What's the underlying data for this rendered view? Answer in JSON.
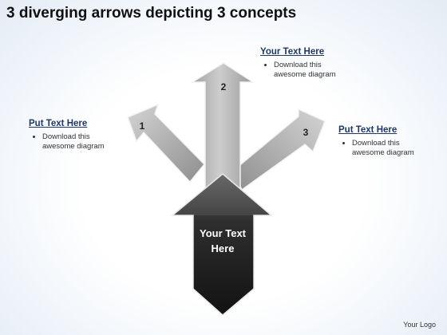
{
  "title": "3 diverging arrows depicting 3 concepts",
  "arrows": {
    "one": "1",
    "two": "2",
    "three": "3",
    "center_line1": "Your Text",
    "center_line2": "Here"
  },
  "callouts": {
    "top": {
      "heading": "Your Text Here",
      "bullet": "Download this awesome diagram"
    },
    "left": {
      "heading": "Put Text Here",
      "bullet": "Download this awesome diagram"
    },
    "right": {
      "heading": "Put Text Here",
      "bullet": "Download this awesome diagram"
    }
  },
  "footer": {
    "logo": "Your Logo"
  },
  "colors": {
    "arrow_light": "#b0b0b0",
    "arrow_dark": "#1e1e1e",
    "heading": "#1f3864"
  }
}
